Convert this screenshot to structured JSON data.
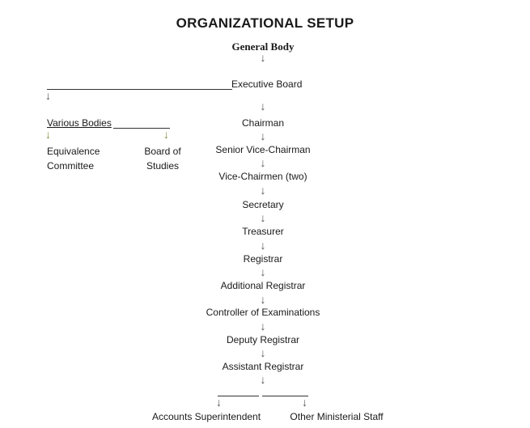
{
  "title": "ORGANIZATIONAL SETUP",
  "general_body": "General Body",
  "executive_board": "Executive Board",
  "various_bodies": "Various Bodies",
  "equivalence_committee": [
    "Equivalence",
    "Committee"
  ],
  "board_of_studies": [
    "Board of",
    "Studies"
  ],
  "chain": [
    "Chairman",
    "Senior Vice-Chairman",
    "Vice-Chairmen (two)",
    "Secretary",
    "Treasurer",
    "Registrar",
    "Additional Registrar",
    "Controller of Examinations",
    "Deputy Registrar",
    "Assistant Registrar"
  ],
  "bottom": [
    "Accounts Superintendent",
    "Other Ministerial Staff"
  ],
  "arrow_glyph": "↓"
}
